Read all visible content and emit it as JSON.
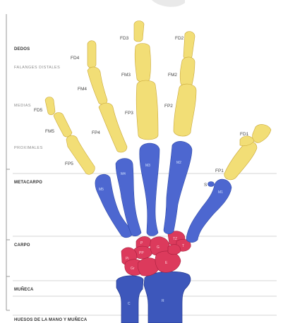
{
  "sections": {
    "dedos": "DEDOS",
    "falanges_sub": "FALANGES DISTALES",
    "medias": "MEDIAS",
    "proximales": "PROXIMALES",
    "metacarpo": "METACARPO",
    "carpo": "CARPO",
    "muneca": "MUÑECA",
    "caption": "HUESOS DE LA MANO Y MUÑECA"
  },
  "bone_labels": {
    "fd1": "FD1",
    "fd2": "FD2",
    "fd3": "FD3",
    "fd4": "FD4",
    "fd5": "FD5",
    "fm2": "FM2",
    "fm3": "FM3",
    "fm4": "FM4",
    "fm5": "FM5",
    "fp1": "FP1",
    "fp2": "FP2",
    "fp3": "FP3",
    "fp4": "FP4",
    "fp5": "FP5",
    "m1": "M1",
    "m2": "M2",
    "m3": "M3",
    "m4": "M4",
    "m5": "M5",
    "s": "S"
  },
  "carpal_labels": {
    "c1": "P",
    "c2": "PP",
    "c3": "G",
    "c4": "TZ",
    "c5": "T",
    "c6": "Pi",
    "c7": "Gr",
    "c8": "E"
  },
  "forearm_labels": {
    "ulna": "C",
    "radius": "R"
  },
  "colors": {
    "phalanges": "#f2de76",
    "metacarpals": "#4d67d0",
    "carpals": "#dc3a5c",
    "forearm": "#3d57bb"
  }
}
